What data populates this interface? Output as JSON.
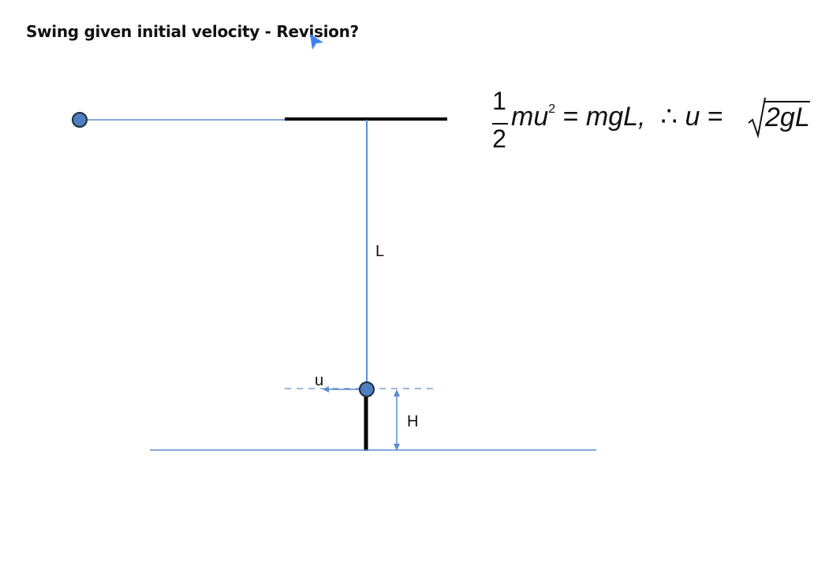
{
  "title": "Swing given initial velocity - Revision?",
  "labels": {
    "length": "L",
    "velocity": "u",
    "height": "H"
  },
  "equation": {
    "numerator": "1",
    "denominator": "2",
    "lhs": "mu",
    "exponent": "2",
    "equals1": "=",
    "rhs1": "mgL,",
    "therefore": "∴",
    "var": "u",
    "equals2": "=",
    "radicand": "2gL"
  },
  "colors": {
    "line": "#5b8ccc",
    "bob_fill": "#4f7fc0",
    "bob_stroke": "#1f2a3a",
    "beam": "#000000",
    "cursor": "#3b82f6"
  }
}
